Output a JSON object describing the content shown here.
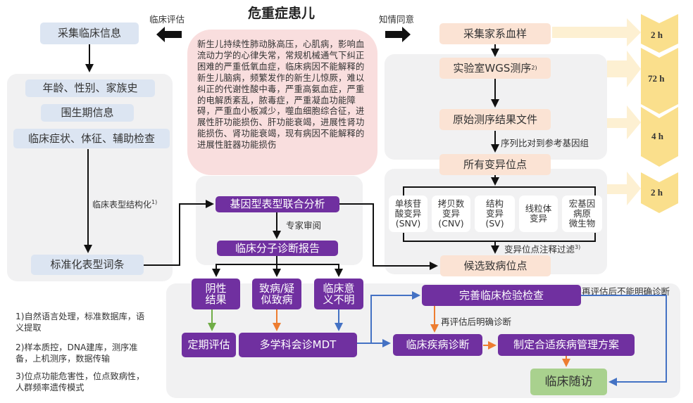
{
  "title": "危重症患儿",
  "arrows": {
    "left_label": "临床评估",
    "right_label": "知情同意"
  },
  "criteria_text": "新生儿持续性肺动脉高压，心肌病，影响血流动力学的心律失常，常规机械通气下纠正困难的严重低氧血症，临床病因不能解释的新生儿脑病，频繁发作的新生儿惊厥，难以纠正的代谢性酸中毒，严重高氨血症，严重的电解质紊乱，脓毒症，严重凝血功能障碍，严重血小板减少，噬血细胞综合征，进展性肝功能损伤、肝功能衰竭，进展性肾功能损伤、肾功能衰竭，现有病因不能解释的进展性脏器功能损伤",
  "clinical": {
    "collect": "采集临床信息",
    "items": [
      "年龄、性别、家族史",
      "围生期信息",
      "临床症状、体征、辅助检查"
    ],
    "structuring_label": "临床表型结构化",
    "structuring_sup": "1)",
    "standard_terms": "标准化表型词条"
  },
  "genomic": {
    "collect_blood": "采集家系血样",
    "wgs": "实验室WGS测序",
    "wgs_sup": "2)",
    "raw_files": "原始测序结果文件",
    "align_label": "序列比对到参考基因组",
    "all_variants": "所有变异位点",
    "variant_types": [
      {
        "line1": "单核苷",
        "line2": "酸变异",
        "line3": "(SNV)"
      },
      {
        "line1": "拷贝数",
        "line2": "变异",
        "line3": "(CNV)"
      },
      {
        "line1": "结构",
        "line2": "变异",
        "line3": "(SV)"
      },
      {
        "line1": "线粒体",
        "line2": "变异",
        "line3": ""
      },
      {
        "line1": "宏基因",
        "line2": "病原",
        "line3": "微生物"
      }
    ],
    "annotation_label": "变异位点注释过滤",
    "annotation_sup": "3)",
    "candidates": "候选致病位点"
  },
  "timeline": [
    "2 h",
    "72 h",
    "4 h",
    "2 h"
  ],
  "analysis": {
    "joint": "基因型表型联合分析",
    "review_label": "专家审阅",
    "report": "临床分子诊断报告",
    "results": [
      {
        "line1": "阴性",
        "line2": "结果"
      },
      {
        "line1": "致病/疑",
        "line2": "似致病"
      },
      {
        "line1": "临床意",
        "line2": "义不明"
      }
    ],
    "periodic": "定期评估",
    "mdt": "多学科会诊MDT",
    "improve": "完善临床检验检查",
    "reeval_yes": "再评估后明确诊断",
    "reeval_no": "再评估后不能明确诊断",
    "diagnosis": "临床疾病诊断",
    "plan": "制定合适疾病管理方案",
    "followup": "临床随访"
  },
  "notes": [
    "1)自然语言处理，标准数据库，语义提取",
    "2)样本质控，DNA建库，测序准备，上机测序，数据传输",
    "3)位点功能危害性，位点致病性，人群频率遗传模式"
  ],
  "colors": {
    "purple": "#7030a0",
    "blue_box": "#dce5f2",
    "peach_box": "#fbe3d4",
    "pink_box": "#f9dede",
    "green_box": "#a9d18e",
    "chevron": "#fadf8c",
    "green_arrow": "#70ad47",
    "orange_arrow": "#ed7d31",
    "blue_arrow": "#4472c4"
  }
}
